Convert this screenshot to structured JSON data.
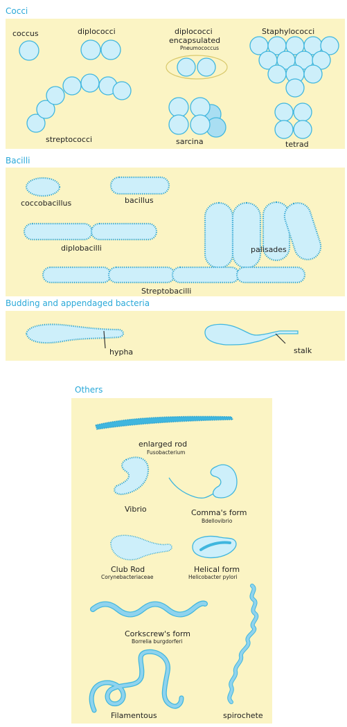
{
  "sections": {
    "cocci": "Cocci",
    "bacilli": "Bacilli",
    "budding": "Budding and appendaged bacteria",
    "others": "Others"
  },
  "cocci": {
    "coccus": "coccus",
    "diplococci": "diplococci",
    "diplococci_encapsulated_1": "diplococci",
    "diplococci_encapsulated_2": "encapsulated",
    "pneumococcus": "Pneumococcus",
    "staphylococci": "Staphylococci",
    "streptococci": "streptococci",
    "sarcina": "sarcina",
    "tetrad": "tetrad"
  },
  "bacilli": {
    "coccobacillus": "coccobacillus",
    "bacillus": "bacillus",
    "diplobacilli": "diplobacilli",
    "palisades": "palisades",
    "streptobacilli": "Streptobacilli"
  },
  "budding": {
    "hypha": "hypha",
    "stalk": "stalk"
  },
  "others": {
    "enlarged_rod": "enlarged rod",
    "fusobacterium": "Fusobacterium",
    "vibrio": "Vibrio",
    "commas_form": "Comma's form",
    "bdellovibrio": "Bdellovibrio",
    "club_rod": "Club Rod",
    "corynebacteriaceae": "Corynebacteriaceae",
    "helical_form": "Helical form",
    "helicobacter_pylori": "Helicobacter pylori",
    "corkscrews_form": "Corkscrew's form",
    "borrelia_burgdorferi": "Borrelia burgdorferi",
    "filamentous": "Filamentous",
    "spirochete": "spirochete"
  },
  "colors": {
    "panel": "#fbf4c4",
    "heading": "#29a8d8",
    "cell_fill": "#cdeffa",
    "cell_stroke": "#3fb6de"
  }
}
